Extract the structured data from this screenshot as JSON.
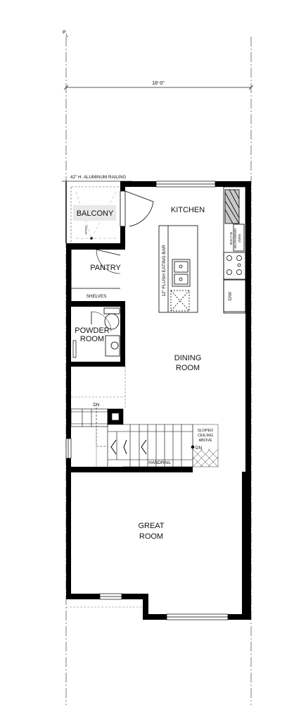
{
  "labels": {
    "property_line": "P",
    "property_line_sub": "L",
    "width_dimension": "18'-0\"",
    "railing": "42\" H. ALUMINUM RAILING",
    "balcony": "BALCONY",
    "balcony_drain": "DRAIN",
    "kitchen": "KITCHEN",
    "pantry": "PANTRY",
    "shelves": "SHELVES",
    "powder_room_1": "POWDER",
    "powder_room_2": "ROOM",
    "eating_bar": "12\" FLUSH EATING BAR",
    "built_in_1": "BUILT-IN",
    "built_in_2": "MICROWAVE/",
    "built_in_3": "OVEN",
    "dishwasher": "D/W",
    "dining_1": "DINING",
    "dining_2": "ROOM",
    "stair_down_top": "DN",
    "stair_down_side": "DN",
    "sloped_1": "SLOPED",
    "sloped_2": "CEILING",
    "sloped_3": "ABOVE",
    "handrail": "HANDRAIL",
    "great_1": "GREAT",
    "great_2": "ROOM"
  }
}
